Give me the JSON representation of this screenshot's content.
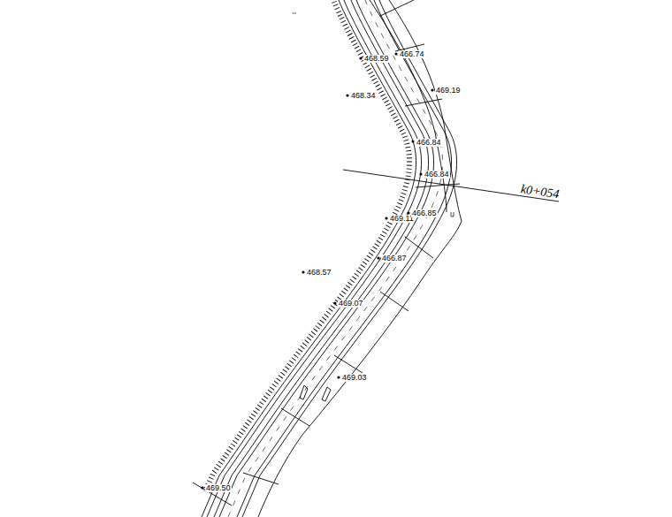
{
  "diagram": {
    "labels": [
      "468.59",
      "466.74",
      "469.19",
      "468.34",
      "466.84",
      "466.84",
      "469.11",
      "466.85",
      "466.87",
      "468.57",
      "469.07",
      "469.03",
      "469.50",
      "k0+054"
    ]
  }
}
